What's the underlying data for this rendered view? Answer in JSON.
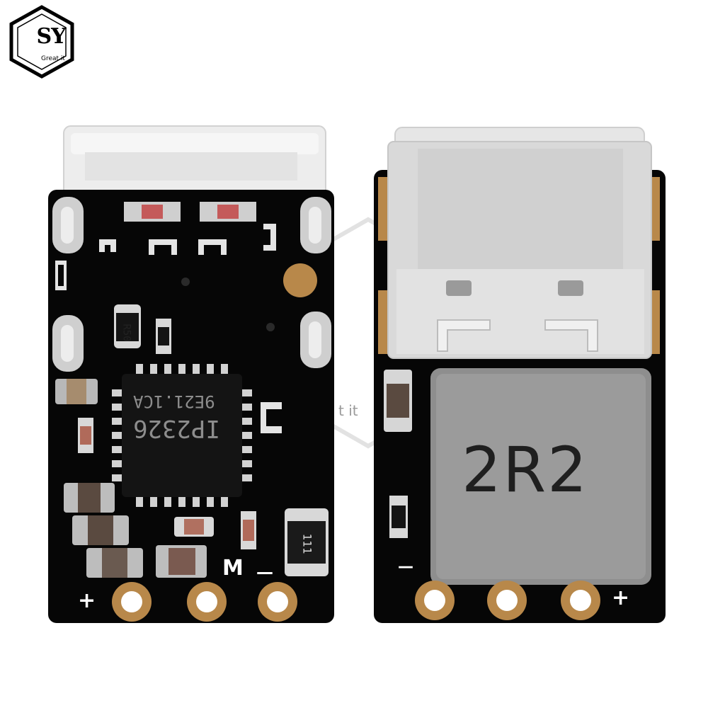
{
  "logo": {
    "letters": "SY",
    "tagline": "Great it"
  },
  "left_board": {
    "chip_line1": "9E21.1CA",
    "chip_line2": "IP2326",
    "resistor_label": "R50",
    "small_chip_label": "111",
    "silk_plus": "+",
    "silk_m": "M",
    "silk_minus": "—"
  },
  "right_board": {
    "inductor_label": "2R2",
    "silk_plus": "+",
    "silk_minus": "—"
  },
  "watermark": {
    "text": "t it"
  },
  "colors": {
    "pcb": "#060606",
    "copper": "#b8884a",
    "silver": "#d6d6d6",
    "inductor": "#8e8e8e"
  }
}
